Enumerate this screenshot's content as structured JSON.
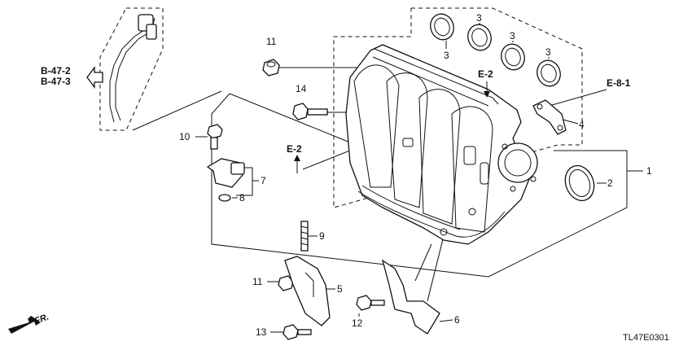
{
  "part_numbers": {
    "p1": "1",
    "p2": "2",
    "p3a": "3",
    "p3b": "3",
    "p3c": "3",
    "p3d": "3",
    "p4": "4",
    "p5": "5",
    "p6": "6",
    "p7": "7",
    "p8": "8",
    "p9": "9",
    "p10": "10",
    "p11a": "11",
    "p11b": "11",
    "p12": "12",
    "p13": "13",
    "p14": "14"
  },
  "references": {
    "b47_2": "B-47-2",
    "b47_3": "B-47-3",
    "e2_top": "E-2",
    "e2_left": "E-2",
    "e8_1": "E-8-1"
  },
  "front_indicator": "FR.",
  "diagram_code": "TL47E0301",
  "colors": {
    "line": "#111111",
    "background": "#ffffff"
  },
  "icons": [
    "arrow-left-icon",
    "arrow-up-icon",
    "arrow-down-icon",
    "arrow-right-icon",
    "front-arrow-icon"
  ]
}
